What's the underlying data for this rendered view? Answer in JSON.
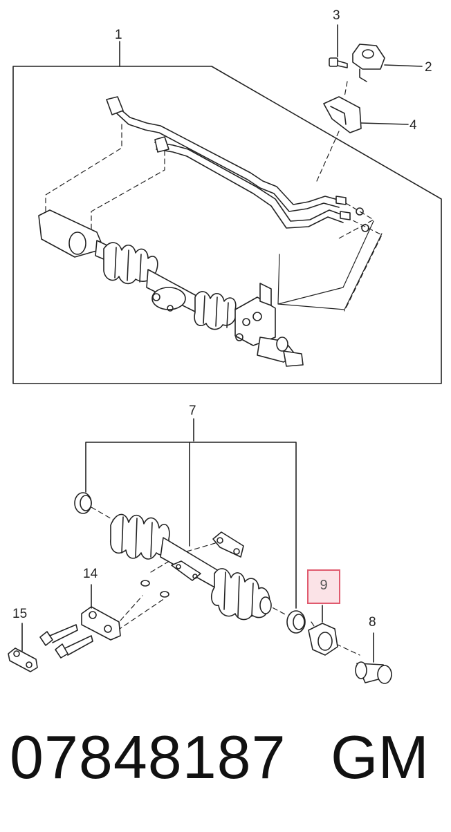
{
  "callouts": {
    "c1": "1",
    "c2": "2",
    "c3": "3",
    "c4": "4",
    "c7": "7",
    "c8": "8",
    "c9": "9",
    "c14": "14",
    "c15": "15"
  },
  "highlight_color": "#e05a6e",
  "footer": {
    "part_number": "07848187",
    "brand": "GM"
  }
}
